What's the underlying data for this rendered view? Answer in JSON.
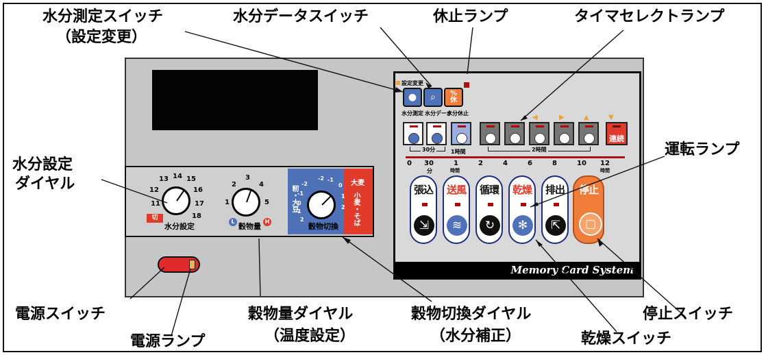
{
  "callouts": {
    "moisture_measure_switch": "水分測定スイッチ",
    "moisture_measure_switch_sub": "（設定変更）",
    "moisture_data_switch": "水分データスイッチ",
    "pause_lamp": "休止ランプ",
    "timer_select_lamp": "タイマセレクトランプ",
    "moisture_setting_dial": "水分設定",
    "moisture_setting_dial_2": "ダイヤル",
    "run_lamp": "運転ランプ",
    "power_switch": "電源スイッチ",
    "power_lamp": "電源ランプ",
    "grain_amount_dial": "穀物量ダイヤル",
    "grain_amount_dial_sub": "（温度設定）",
    "grain_switch_dial": "穀物切換ダイヤル",
    "grain_switch_dial_sub": "（水分補正）",
    "stop_switch": "停止スイッチ",
    "dry_switch": "乾燥スイッチ"
  },
  "panel": {
    "setting_change": "設定変更",
    "key_moisture_measure": "水分測定",
    "key_moisture_data": "水分データ",
    "key_moisture_pause": "水分休止",
    "pause_icon_text": "%",
    "pause_icon_text2": "休",
    "continuous": "連続",
    "group_30min": "30分",
    "group_1h": "1時間",
    "group_2h": "2時間",
    "scale_ticks": [
      "0",
      "30",
      "1",
      "2",
      "4",
      "6",
      "8",
      "10",
      "12"
    ],
    "scale_sub_min": "分",
    "scale_sub_h1": "時間",
    "scale_sub_h12": "時間",
    "brand": "Memory Card System"
  },
  "dials": {
    "moisture": {
      "label": "水分設定",
      "ticks": [
        "11",
        "12",
        "13",
        "14",
        "15",
        "16",
        "17",
        "18"
      ],
      "off": "切"
    },
    "amount": {
      "label": "穀物量",
      "ticks": [
        "1",
        "2",
        "3",
        "4",
        "5"
      ],
      "low": "L",
      "high": "H"
    },
    "grain": {
      "label": "穀物切換",
      "left_group": "籾・大豆",
      "right_group": "小麦・そば",
      "top_group": "大麦",
      "left_ticks": [
        "-2",
        "-1",
        "0",
        "1",
        "2"
      ],
      "right_ticks": [
        "-2",
        "-1",
        "0",
        "1",
        "2"
      ]
    }
  },
  "buttons": [
    {
      "label": "張込",
      "color": "#111111",
      "icon": "load-icon",
      "glyph": "⇲"
    },
    {
      "label": "送風",
      "color": "#e03b2b",
      "icon": "fan-icon",
      "glyph": "≋"
    },
    {
      "label": "循環",
      "color": "#111111",
      "icon": "circulate-icon",
      "glyph": "↻"
    },
    {
      "label": "乾燥",
      "color": "#e03b2b",
      "icon": "dry-gear-icon",
      "glyph": "✻"
    },
    {
      "label": "排出",
      "color": "#111111",
      "icon": "discharge-icon",
      "glyph": "⇱"
    },
    {
      "label": "停止",
      "color": "#ffffff",
      "icon": "stop-icon",
      "glyph": "▢"
    }
  ],
  "colors": {
    "accent_red": "#e03b2b",
    "panel_blue": "#4f71b8",
    "stop_orange": "#f07d3a",
    "lamp_red": "#aa1111"
  }
}
